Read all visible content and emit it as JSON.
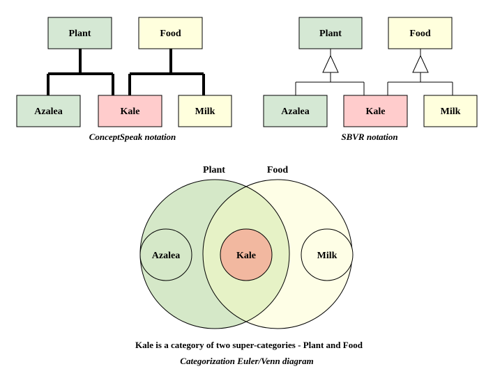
{
  "colors": {
    "plant_fill": "#d5e8d4",
    "food_fill": "#ffffdd",
    "kale_fill": "#ffcccc",
    "venn_plant": "#d5e8c8",
    "venn_food": "#fefee6",
    "venn_overlap": "#e6f2c6",
    "venn_kale": "#f2b8a0",
    "stroke": "#000000"
  },
  "conceptspeak": {
    "caption": "ConceptSpeak notation",
    "nodes": {
      "plant": "Plant",
      "food": "Food",
      "azalea": "Azalea",
      "kale": "Kale",
      "milk": "Milk"
    }
  },
  "sbvr": {
    "caption": "SBVR notation",
    "nodes": {
      "plant": "Plant",
      "food": "Food",
      "azalea": "Azalea",
      "kale": "Kale",
      "milk": "Milk"
    }
  },
  "venn": {
    "labels": {
      "plant": "Plant",
      "food": "Food",
      "azalea": "Azalea",
      "kale": "Kale",
      "milk": "Milk"
    },
    "summary": "Kale is a category of two super-categories - Plant and Food",
    "caption": "Categorization Euler/Venn diagram"
  }
}
